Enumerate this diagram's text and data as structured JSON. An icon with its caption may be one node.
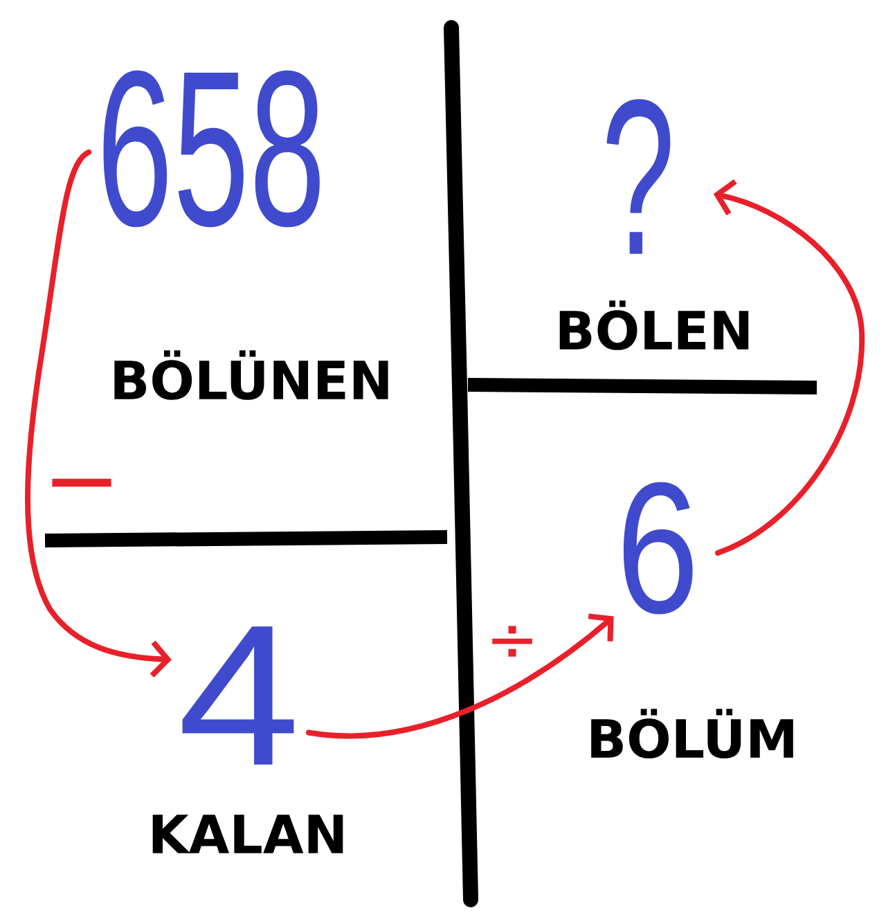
{
  "diagram": {
    "nodes": [
      {
        "text": [
          "658"
        ],
        "beside": [
          "BÖLÜNEN"
        ]
      },
      {
        "text": [
          "?"
        ],
        "beside": [
          "BÖLEN"
        ]
      },
      {
        "text": [
          "6"
        ],
        "beside": [
          "BÖLÜM"
        ]
      },
      {
        "text": [
          "4"
        ],
        "beside": [
          "KALAN"
        ]
      }
    ],
    "edges": [
      {
        "from": 0,
        "to": 3,
        "arrow": "to",
        "label": "−"
      },
      {
        "from": 3,
        "to": 2,
        "arrow": "to",
        "label": "÷"
      },
      {
        "from": 2,
        "to": 1,
        "arrow": "to"
      }
    ]
  }
}
